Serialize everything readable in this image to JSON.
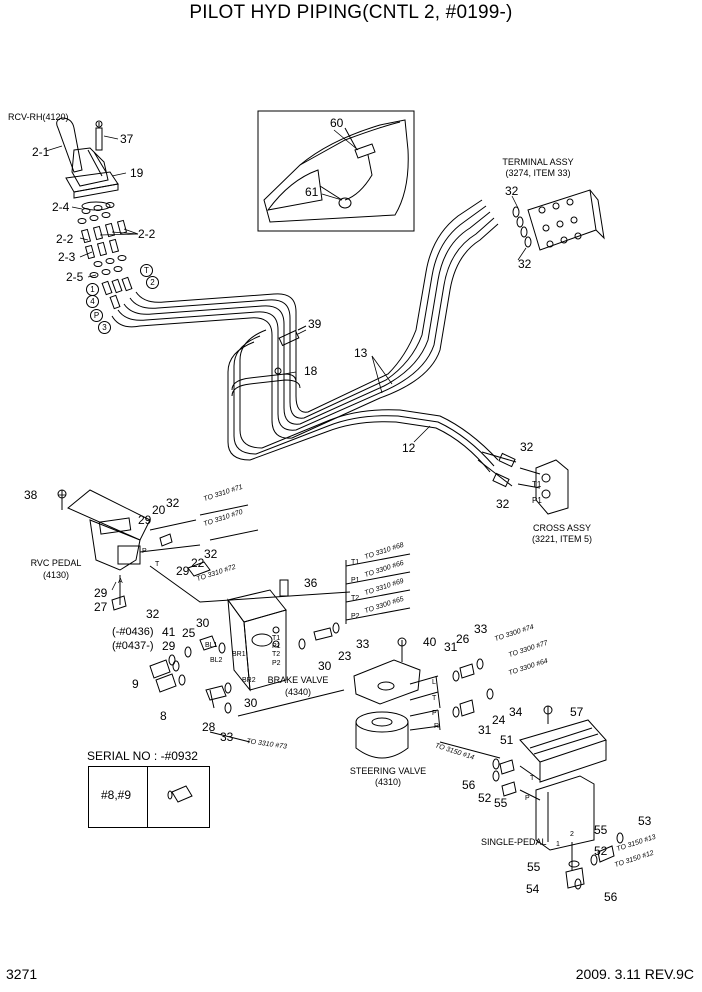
{
  "title": "PILOT HYD PIPING(CNTL 2, #0199-)",
  "footer": {
    "page_number": "3271",
    "date_rev": "2009. 3.11  REV.9C"
  },
  "serial": {
    "header": "SERIAL NO : -#0932",
    "items": "#8,#9"
  },
  "labels": {
    "rcv_rh": "RCV-RH(4120)",
    "terminal_assy": "TERMINAL ASSY",
    "terminal_ref": "(3274, ITEM 33)",
    "cross_assy": "CROSS ASSY",
    "cross_ref": "(3221, ITEM 5)",
    "rvc_pedal": "RVC PEDAL",
    "rvc_ref": "(4130)",
    "brake_valve": "BRAKE VALVE",
    "brake_ref": "(4340)",
    "steering_valve": "STEERING VALVE",
    "steering_ref": "(4310)",
    "single_pedal": "SINGLE-PEDAL",
    "serial_0436": "(-#0436)",
    "serial_0437": "(#0437-)"
  },
  "part_numbers": {
    "p2_1": "2-1",
    "p37": "37",
    "p19": "19",
    "p2_4": "2-4",
    "p2_2a": "2-2",
    "p2_2b": "2-2",
    "p2_3": "2-3",
    "p2_5": "2-5",
    "p60": "60",
    "p61": "61",
    "p32a": "32",
    "p32b": "32",
    "p39": "39",
    "p13": "13",
    "p18": "18",
    "p12": "12",
    "p32c": "32",
    "p32d": "32",
    "p38": "38",
    "p20": "20",
    "p32e": "32",
    "p29a": "29",
    "p22": "22",
    "p32f": "32",
    "p29b": "29",
    "p29c": "29",
    "p27": "27",
    "p32g": "32",
    "p36": "36",
    "p41": "41",
    "p29d": "29",
    "p25": "25",
    "p30a": "30",
    "p9": "9",
    "p8": "8",
    "p30b": "30",
    "p23": "23",
    "p33a": "33",
    "p30c": "30",
    "p28": "28",
    "p33b": "33",
    "p40": "40",
    "p26": "26",
    "p33c": "33",
    "p31a": "31",
    "p34": "34",
    "p24": "24",
    "p31b": "31",
    "p57": "57",
    "p51": "51",
    "p56a": "56",
    "p52a": "52",
    "p55a": "55",
    "p53": "53",
    "p55b": "55",
    "p52b": "52",
    "p55c": "55",
    "p54": "54",
    "p56b": "56"
  },
  "port_circles": {
    "c1": "1",
    "c2": "2",
    "c4": "4",
    "cT": "T",
    "cP": "P",
    "c3": "3"
  },
  "port_letters": {
    "t1_cross": "T1",
    "p1_cross": "P1",
    "p_rvc": "P",
    "t_rvc": "T",
    "a_rvc": "A",
    "bl1": "BL1",
    "bl2": "BL2",
    "br1": "BR1",
    "br2": "BR2",
    "t1_bv": "T1",
    "p1_bv": "P1",
    "t2_bv": "T2",
    "p2_bv": "P2",
    "t1_tag": "T1",
    "p1_tag": "P1",
    "t2_tag": "T2",
    "p2_tag": "P2",
    "L_sv": "L",
    "T_sv": "T",
    "P_sv": "P",
    "R_sv": "R",
    "t_sp": "T",
    "p_sp": "P",
    "n1_sp": "1",
    "n2_sp": "2"
  },
  "references": {
    "r3310_71": "TO 3310 #71",
    "r3310_70": "TO 3310 #70",
    "r3310_72": "TO 3310 #72",
    "r3310_68": "TO 3310 #68",
    "r3300_66": "TO 3300 #66",
    "r3310_69": "TO 3310 #69",
    "r3300_65": "TO 3300 #65",
    "r3310_73": "TO 3310 #73",
    "r3300_74": "TO 3300 #74",
    "r3300_77": "TO 3300 #77",
    "r3300_64": "TO 3300 #64",
    "r3150_14": "TO 3150 #14",
    "r3150_13": "TO 3150 #13",
    "r3150_12": "TO 3150 #12"
  }
}
